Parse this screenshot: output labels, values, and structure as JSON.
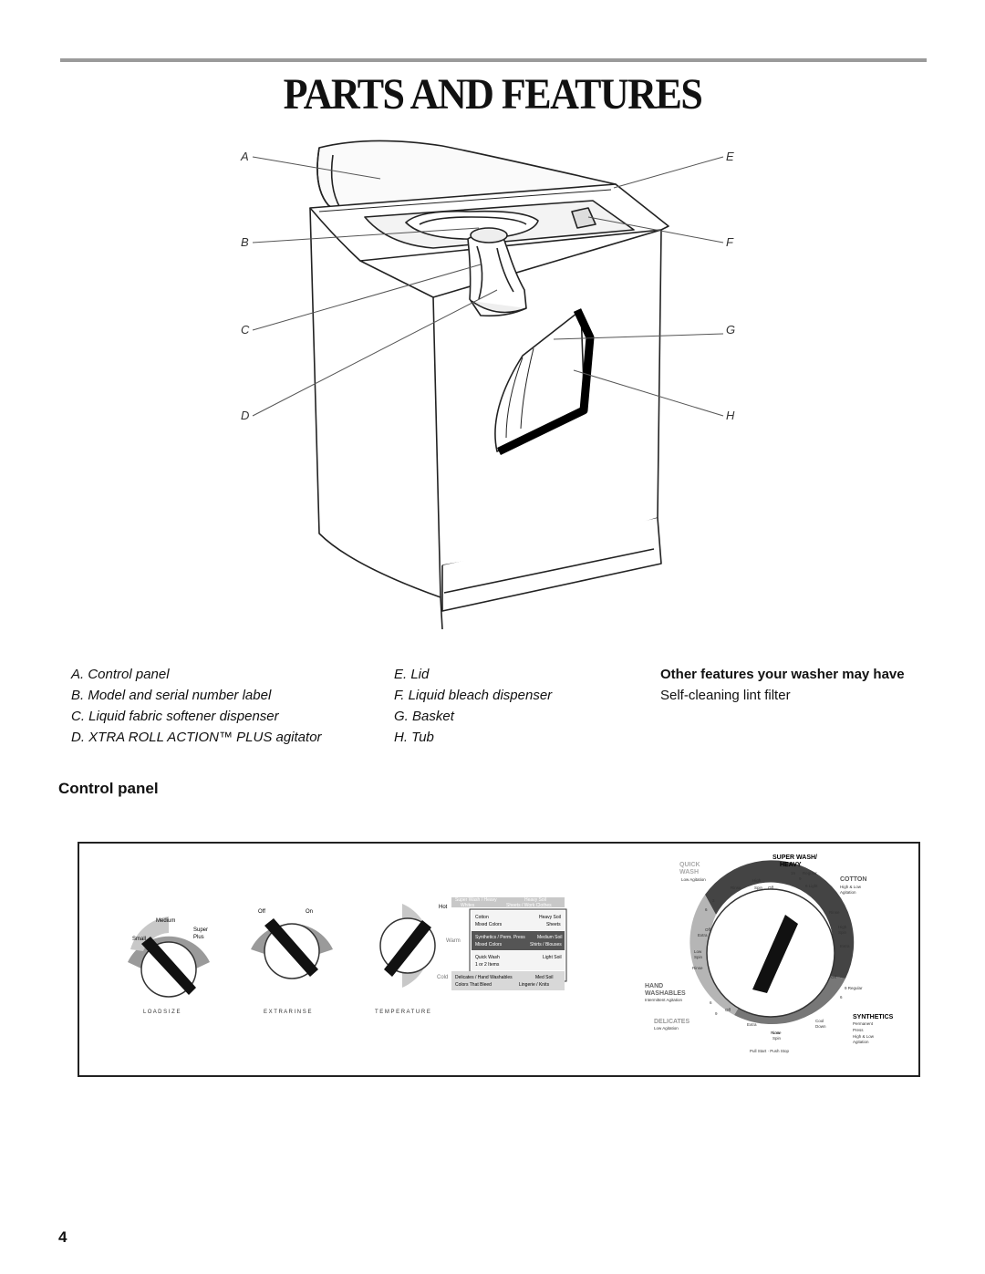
{
  "page_title": "PARTS AND FEATURES",
  "callouts": {
    "a": "A",
    "b": "B",
    "c": "C",
    "d": "D",
    "e": "E",
    "f": "F",
    "g": "G",
    "h": "H"
  },
  "parts": [
    "A. Control panel",
    "B. Model and serial number label",
    "C. Liquid fabric softener dispenser",
    "D. XTRA ROLL ACTION™ PLUS agitator",
    "E. Lid",
    "F. Liquid bleach dispenser",
    "G. Basket",
    "H. Tub"
  ],
  "other_features": {
    "heading": "Other features your washer may have",
    "items": [
      "Self-cleaning lint filter"
    ]
  },
  "control_panel_heading": "Control panel",
  "panel": {
    "load_size": {
      "label": "L O A D   S I Z E",
      "small": "Small",
      "medium": "Medium",
      "super": "Super",
      "plus": "Plus"
    },
    "extra_rinse": {
      "label": "E X T R A   R I N S E",
      "off": "Off",
      "on": "On"
    },
    "temperature": {
      "label": "T E M P E R A T U R E",
      "hot": "Hot",
      "warm": "Warm",
      "cold": "Cold",
      "rows": [
        [
          "Super Wash / Heavy",
          "Heavy Soil"
        ],
        [
          "Whites",
          "Sheets / Work Clothes"
        ],
        [
          "Cotton",
          "Heavy Soil"
        ],
        [
          "Mixed Colors",
          "Sheets"
        ],
        [
          "Synthetics / Perm. Press",
          "Medium Soil"
        ],
        [
          "Mixed Colors",
          "Shirts / Blouses"
        ],
        [
          "Quick Wash",
          "Light Soil"
        ],
        [
          "1 or 2 Items",
          ""
        ],
        [
          "Delicates / Hand Washables",
          "Med Soil"
        ],
        [
          "Colors That Bleed",
          "Lingerie / Knits"
        ]
      ]
    },
    "cycle": {
      "super_wash": "SUPER WASH/",
      "heavy": "HEAVY",
      "quick": "QUICK",
      "wash": "WASH",
      "low_agitation": "Low Agitation",
      "cotton": "COTTON",
      "high_low_agitation": "High & Low",
      "agitation": "Agitation",
      "hand": "HAND",
      "washables": "WASHABLES",
      "intermittent": "Intermittent Agitation",
      "delicates": "DELICATES",
      "delicates_agitation": "Low Agitation",
      "synthetics": "SYNTHETICS",
      "permanent": "Permanent",
      "press": "Press",
      "synth_agitation1": "High & Low",
      "synth_agitation2": "Agitation",
      "regular": "Regular",
      "light": "6 Light",
      "regular9": "9 Regular",
      "n15": "15",
      "n9": "9",
      "n3": "3",
      "n6": "6",
      "n6b": "6",
      "n9b": "9",
      "n6c": "6",
      "off": "Off",
      "rinse": "Rinse",
      "spin": "Spin",
      "high": "High",
      "low": "Low",
      "extra": "Extra",
      "cool": "Cool",
      "down": "Down",
      "pull_start": "Pull Start  ·  Push Stop"
    }
  },
  "page_number": "4"
}
